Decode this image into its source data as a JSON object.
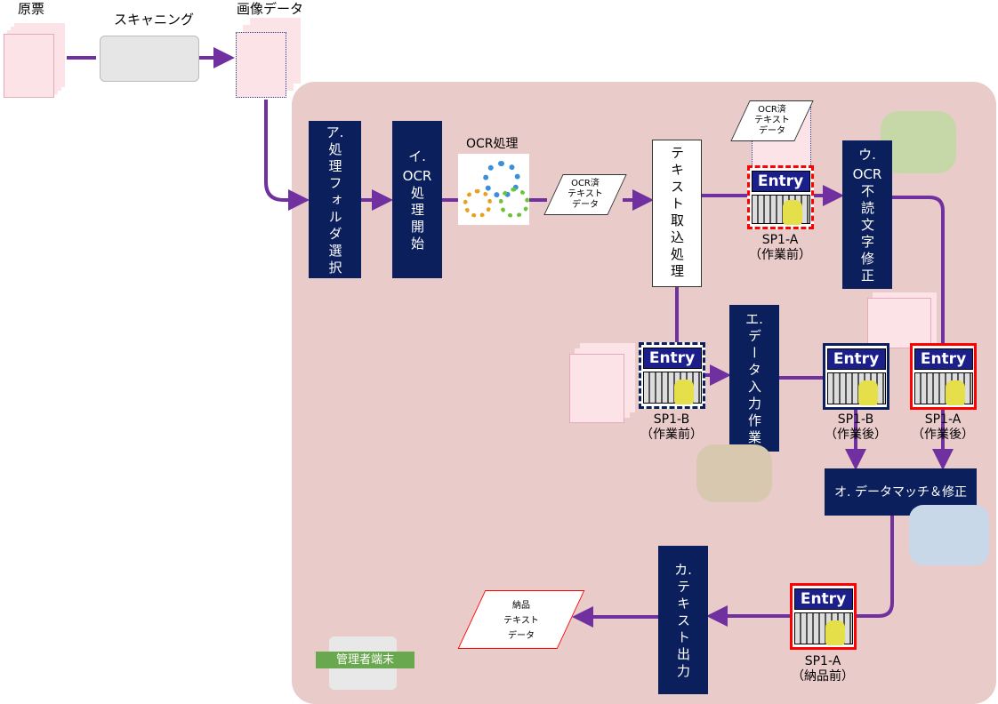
{
  "top": {
    "original_label": "原票",
    "scanning_label": "スキャニング",
    "image_data_label": "画像データ"
  },
  "steps": {
    "a": {
      "prefix": "ア.",
      "text": "処理フォルダ選択"
    },
    "i": {
      "prefix": "イ.",
      "ocr": "OCR",
      "text": "処理開始"
    },
    "text_import": "テキスト取込処理",
    "u": {
      "prefix": "ウ.",
      "ocr": "OCR",
      "text": "不読文字修正"
    },
    "e": {
      "prefix": "エ.",
      "text": "データ入力作業"
    },
    "o": "オ. データマッチ＆修正",
    "ka": {
      "prefix": "カ.",
      "text": "テキスト出力"
    }
  },
  "ocr_process_label": "OCR処理",
  "ocr_data_1": [
    "OCR済",
    "テキスト",
    "データ"
  ],
  "ocr_data_2": [
    "OCR済",
    "テキスト",
    "データ"
  ],
  "delivery_data": [
    "納品",
    "テキスト",
    "データ"
  ],
  "entry_label": "Entry",
  "entries": [
    {
      "name": "SP1-A",
      "state": "（作業前）"
    },
    {
      "name": "SP1-B",
      "state": "（作業前）"
    },
    {
      "name": "SP1-B",
      "state": "（作業後）"
    },
    {
      "name": "SP1-A",
      "state": "（作業後）"
    },
    {
      "name": "SP1-A",
      "state": "（納品前）"
    }
  ],
  "admin_terminal": "管理者端末",
  "colors": {
    "arrow": "#7030a0",
    "box": "#0b1f5c",
    "panel": "#e9cbca",
    "red": "#ff0000"
  }
}
